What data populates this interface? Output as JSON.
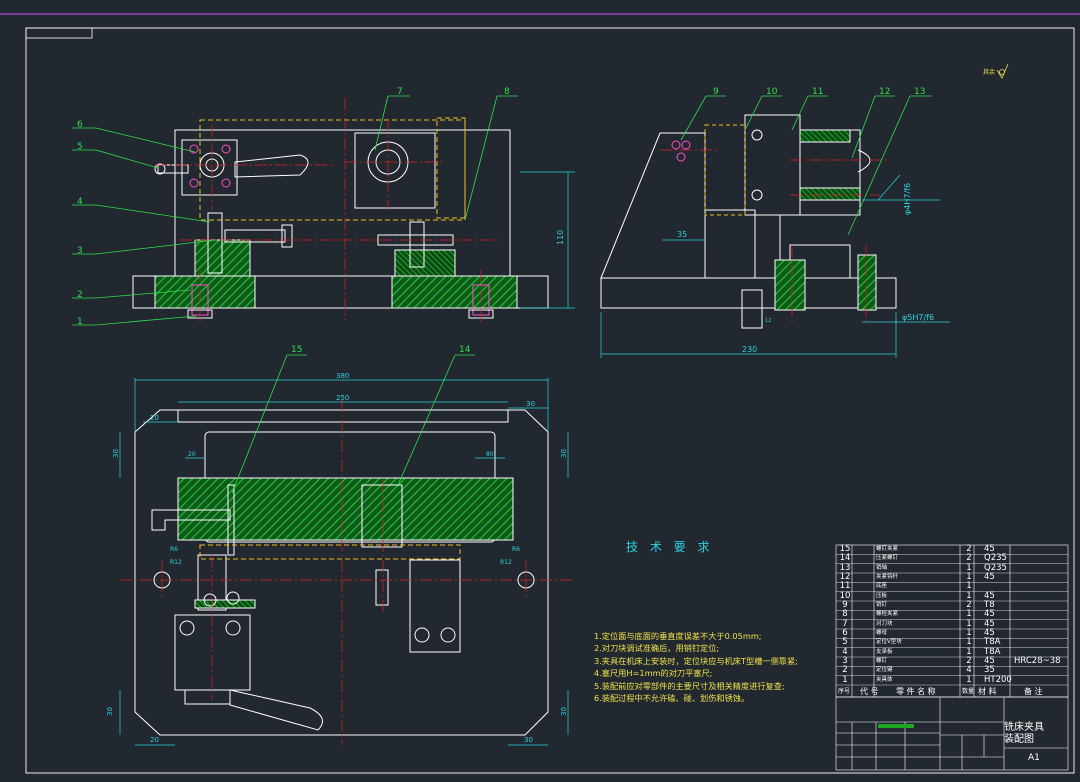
{
  "drawing": {
    "tech_title": "技 术 要 求",
    "tech_notes": [
      "1.定位面与底面的垂直度误差不大于0.05mm;",
      "2.对刀块调试准确后，用销钉定位;",
      "3.夹具在机床上安装时，定位块应与机床T型槽一侧靠紧;",
      "4.塞尺用H=1mm的对刀平塞尺;",
      "5.装配前应对零部件的主要尺寸及相关精度进行复查;",
      "6.装配过程中不允许磕、碰、划伤和锈蚀。"
    ],
    "balloons": [
      "1",
      "2",
      "3",
      "4",
      "5",
      "6",
      "7",
      "8",
      "9",
      "10",
      "11",
      "12",
      "13",
      "14",
      "15"
    ],
    "dimensions": {
      "front_height": "110",
      "side_width": "230",
      "side_offset": "35",
      "side_fit_top": "φ4H7/f6",
      "side_fit_bottom": "φ5H7/f6",
      "side_small": "12",
      "top_width_outer": "380",
      "top_width_inner": "250",
      "top_left_20": "20",
      "top_right_30": "30",
      "top_v30_left": "30",
      "top_v30_right": "30",
      "inner_20": "20",
      "inner_80": "80",
      "r6_left": "R6",
      "r12_left": "R12",
      "r6_right": "R6",
      "r12_right": "R12",
      "bottom_30_v_left": "30",
      "bottom_30_v_right": "30",
      "bottom_20": "20",
      "bottom_30": "30"
    },
    "roughness": "其余"
  },
  "bom": {
    "rows": [
      {
        "no": "15",
        "code": "",
        "name": "螺钉夹紧",
        "qty": "2",
        "mat": "45",
        "note": ""
      },
      {
        "no": "14",
        "code": "",
        "name": "压紧螺钉",
        "qty": "2",
        "mat": "Q235",
        "note": ""
      },
      {
        "no": "13",
        "code": "",
        "name": "销轴",
        "qty": "1",
        "mat": "Q235",
        "note": ""
      },
      {
        "no": "12",
        "code": "",
        "name": "夹紧钩杆",
        "qty": "1",
        "mat": "45",
        "note": ""
      },
      {
        "no": "11",
        "code": "",
        "name": "底座",
        "qty": "1",
        "mat": "",
        "note": ""
      },
      {
        "no": "10",
        "code": "",
        "name": "压板",
        "qty": "1",
        "mat": "45",
        "note": ""
      },
      {
        "no": "9",
        "code": "",
        "name": "销钉",
        "qty": "2",
        "mat": "T8",
        "note": ""
      },
      {
        "no": "8",
        "code": "",
        "name": "螺栓夹紧",
        "qty": "1",
        "mat": "45",
        "note": ""
      },
      {
        "no": "7",
        "code": "",
        "name": "对刀块",
        "qty": "1",
        "mat": "45",
        "note": ""
      },
      {
        "no": "6",
        "code": "",
        "name": "螺母",
        "qty": "1",
        "mat": "45",
        "note": ""
      },
      {
        "no": "5",
        "code": "",
        "name": "定位V型块",
        "qty": "1",
        "mat": "T8A",
        "note": ""
      },
      {
        "no": "4",
        "code": "",
        "name": "支承板",
        "qty": "1",
        "mat": "T8A",
        "note": ""
      },
      {
        "no": "3",
        "code": "",
        "name": "螺钉",
        "qty": "2",
        "mat": "45",
        "note": "HRC28~38"
      },
      {
        "no": "2",
        "code": "",
        "name": "定位键",
        "qty": "4",
        "mat": "35",
        "note": ""
      },
      {
        "no": "1",
        "code": "",
        "name": "夹具体",
        "qty": "1",
        "mat": "HT200",
        "note": ""
      }
    ],
    "header": {
      "no": "序号",
      "code": "代  号",
      "name": "零 件 名 称",
      "qty": "数量",
      "mat": "材   料",
      "note": "备   注"
    }
  },
  "title_block": {
    "title_line1": "铣床夹具",
    "title_line2": "装配图",
    "sheet": "A1"
  },
  "colors": {
    "background": "#212830",
    "outline": "#ffffff",
    "dimension": "#2bd3e0",
    "leader": "#2ee04a",
    "hatch": "#1fa51f",
    "centerline": "#e02020",
    "hidden": "#f0c020",
    "pink": "#ff50c8"
  }
}
